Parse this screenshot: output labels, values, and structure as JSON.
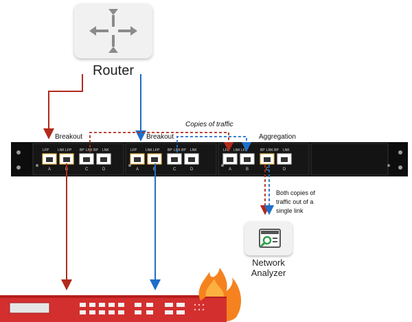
{
  "router": {
    "label": "Router",
    "icon": "router-icon"
  },
  "analyzer": {
    "label_line1": "Network",
    "label_line2": "Analyzer",
    "icon": "network-analyzer-icon"
  },
  "labels": {
    "copies": "Copies of traffic",
    "modules": [
      "Breakout",
      "Breakout",
      "Aggregation"
    ],
    "note_lines": [
      "Both copies of",
      "traffic out of a",
      "single link"
    ]
  },
  "port_groups": [
    {
      "letters": [
        "A",
        "B",
        "C",
        "D"
      ],
      "tags": [
        "LFP",
        "LNK LFP",
        "BP",
        "LNK BP",
        "LNK"
      ]
    },
    {
      "letters": [
        "A",
        "B",
        "C",
        "D"
      ],
      "tags": [
        "LFP",
        "LNK LFP",
        "BP",
        "LNK BP",
        "LNK"
      ]
    },
    {
      "letters": [
        "A",
        "B",
        "C",
        "D"
      ],
      "tags": [
        "LFP",
        "LNK LFP",
        "BP",
        "LNK BP",
        "LNK"
      ]
    }
  ],
  "colors": {
    "red_link": "#b22a1c",
    "blue_link": "#1f6fc9",
    "firewall": "#d32f2f",
    "flame": "#f5821f",
    "chassis": "#0d0d0d"
  }
}
